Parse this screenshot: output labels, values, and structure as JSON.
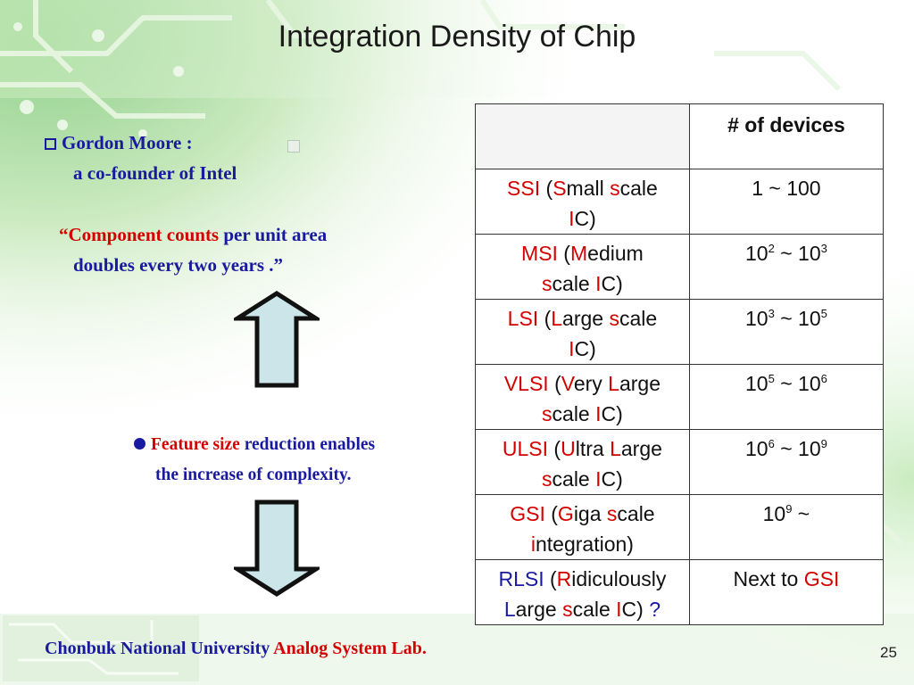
{
  "title": "Integration Density of Chip",
  "moore": {
    "heading": "Gordon Moore :",
    "subheading": "a co-founder of Intel",
    "quote_open": "“",
    "quote_red": "Component counts",
    "quote_rest_line1": " per unit area",
    "quote_line2": "doubles every two years .”"
  },
  "feature": {
    "red": "Feature size",
    "rest_line1": " reduction enables",
    "line2": "the increase of complexity."
  },
  "table": {
    "header_devices": "# of devices",
    "rows": [
      {
        "abbr": "SSI",
        "open": " (",
        "a": "S",
        "b": "mall ",
        "c": "s",
        "d": "cale",
        "e": "I",
        "f": "C)",
        "lo": "1 ~ 100"
      },
      {
        "abbr": "MSI",
        "open": " (",
        "a": "M",
        "b": "edium",
        "c": "s",
        "d": "cale ",
        "e": "I",
        "f": "C)",
        "base1": "10",
        "exp1": "2",
        "sep": " ~ ",
        "base2": "10",
        "exp2": "3"
      },
      {
        "abbr": "LSI",
        "open": " (",
        "a": "L",
        "b": "arge ",
        "c": "s",
        "d": "cale",
        "e": "I",
        "f": "C)",
        "base1": "10",
        "exp1": "3",
        "sep": " ~ ",
        "base2": "10",
        "exp2": "5"
      },
      {
        "abbr": "VLSI",
        "open": " (",
        "a": "V",
        "b": "ery ",
        "a2": "L",
        "b2": "arge",
        "c": "s",
        "d": "cale ",
        "e": "I",
        "f": "C)",
        "base1": "10",
        "exp1": "5",
        "sep": " ~ ",
        "base2": "10",
        "exp2": "6"
      },
      {
        "abbr": "ULSI",
        "open": " (",
        "a": "U",
        "b": "ltra ",
        "a2": "L",
        "b2": "arge",
        "c": "s",
        "d": "cale ",
        "e": "I",
        "f": "C)",
        "base1": "10",
        "exp1": "6",
        "sep": " ~ ",
        "base2": "10",
        "exp2": "9"
      },
      {
        "abbr": "GSI",
        "open": " (",
        "a": "G",
        "b": "iga ",
        "c": "s",
        "d": "cale",
        "e": "i",
        "f": "ntegration)",
        "base1": "10",
        "exp1": "9",
        "sep": " ~"
      },
      {
        "abbr": "RLSI",
        "open": " (",
        "a": "R",
        "b": "idiculously",
        "c": "L",
        "d": "arge ",
        "c2": "s",
        "d2": "cale ",
        "e": "I",
        "f": "C) ",
        "q": "?",
        "next": "Next to ",
        "next_red": "GSI"
      }
    ]
  },
  "footer": {
    "university": "Chonbuk National University",
    "lab": " Analog System Lab.",
    "page": "25"
  },
  "colors": {
    "accent_red": "#d40000",
    "accent_blue": "#1a1aa0",
    "arrow_fill": "#cce5e8"
  }
}
